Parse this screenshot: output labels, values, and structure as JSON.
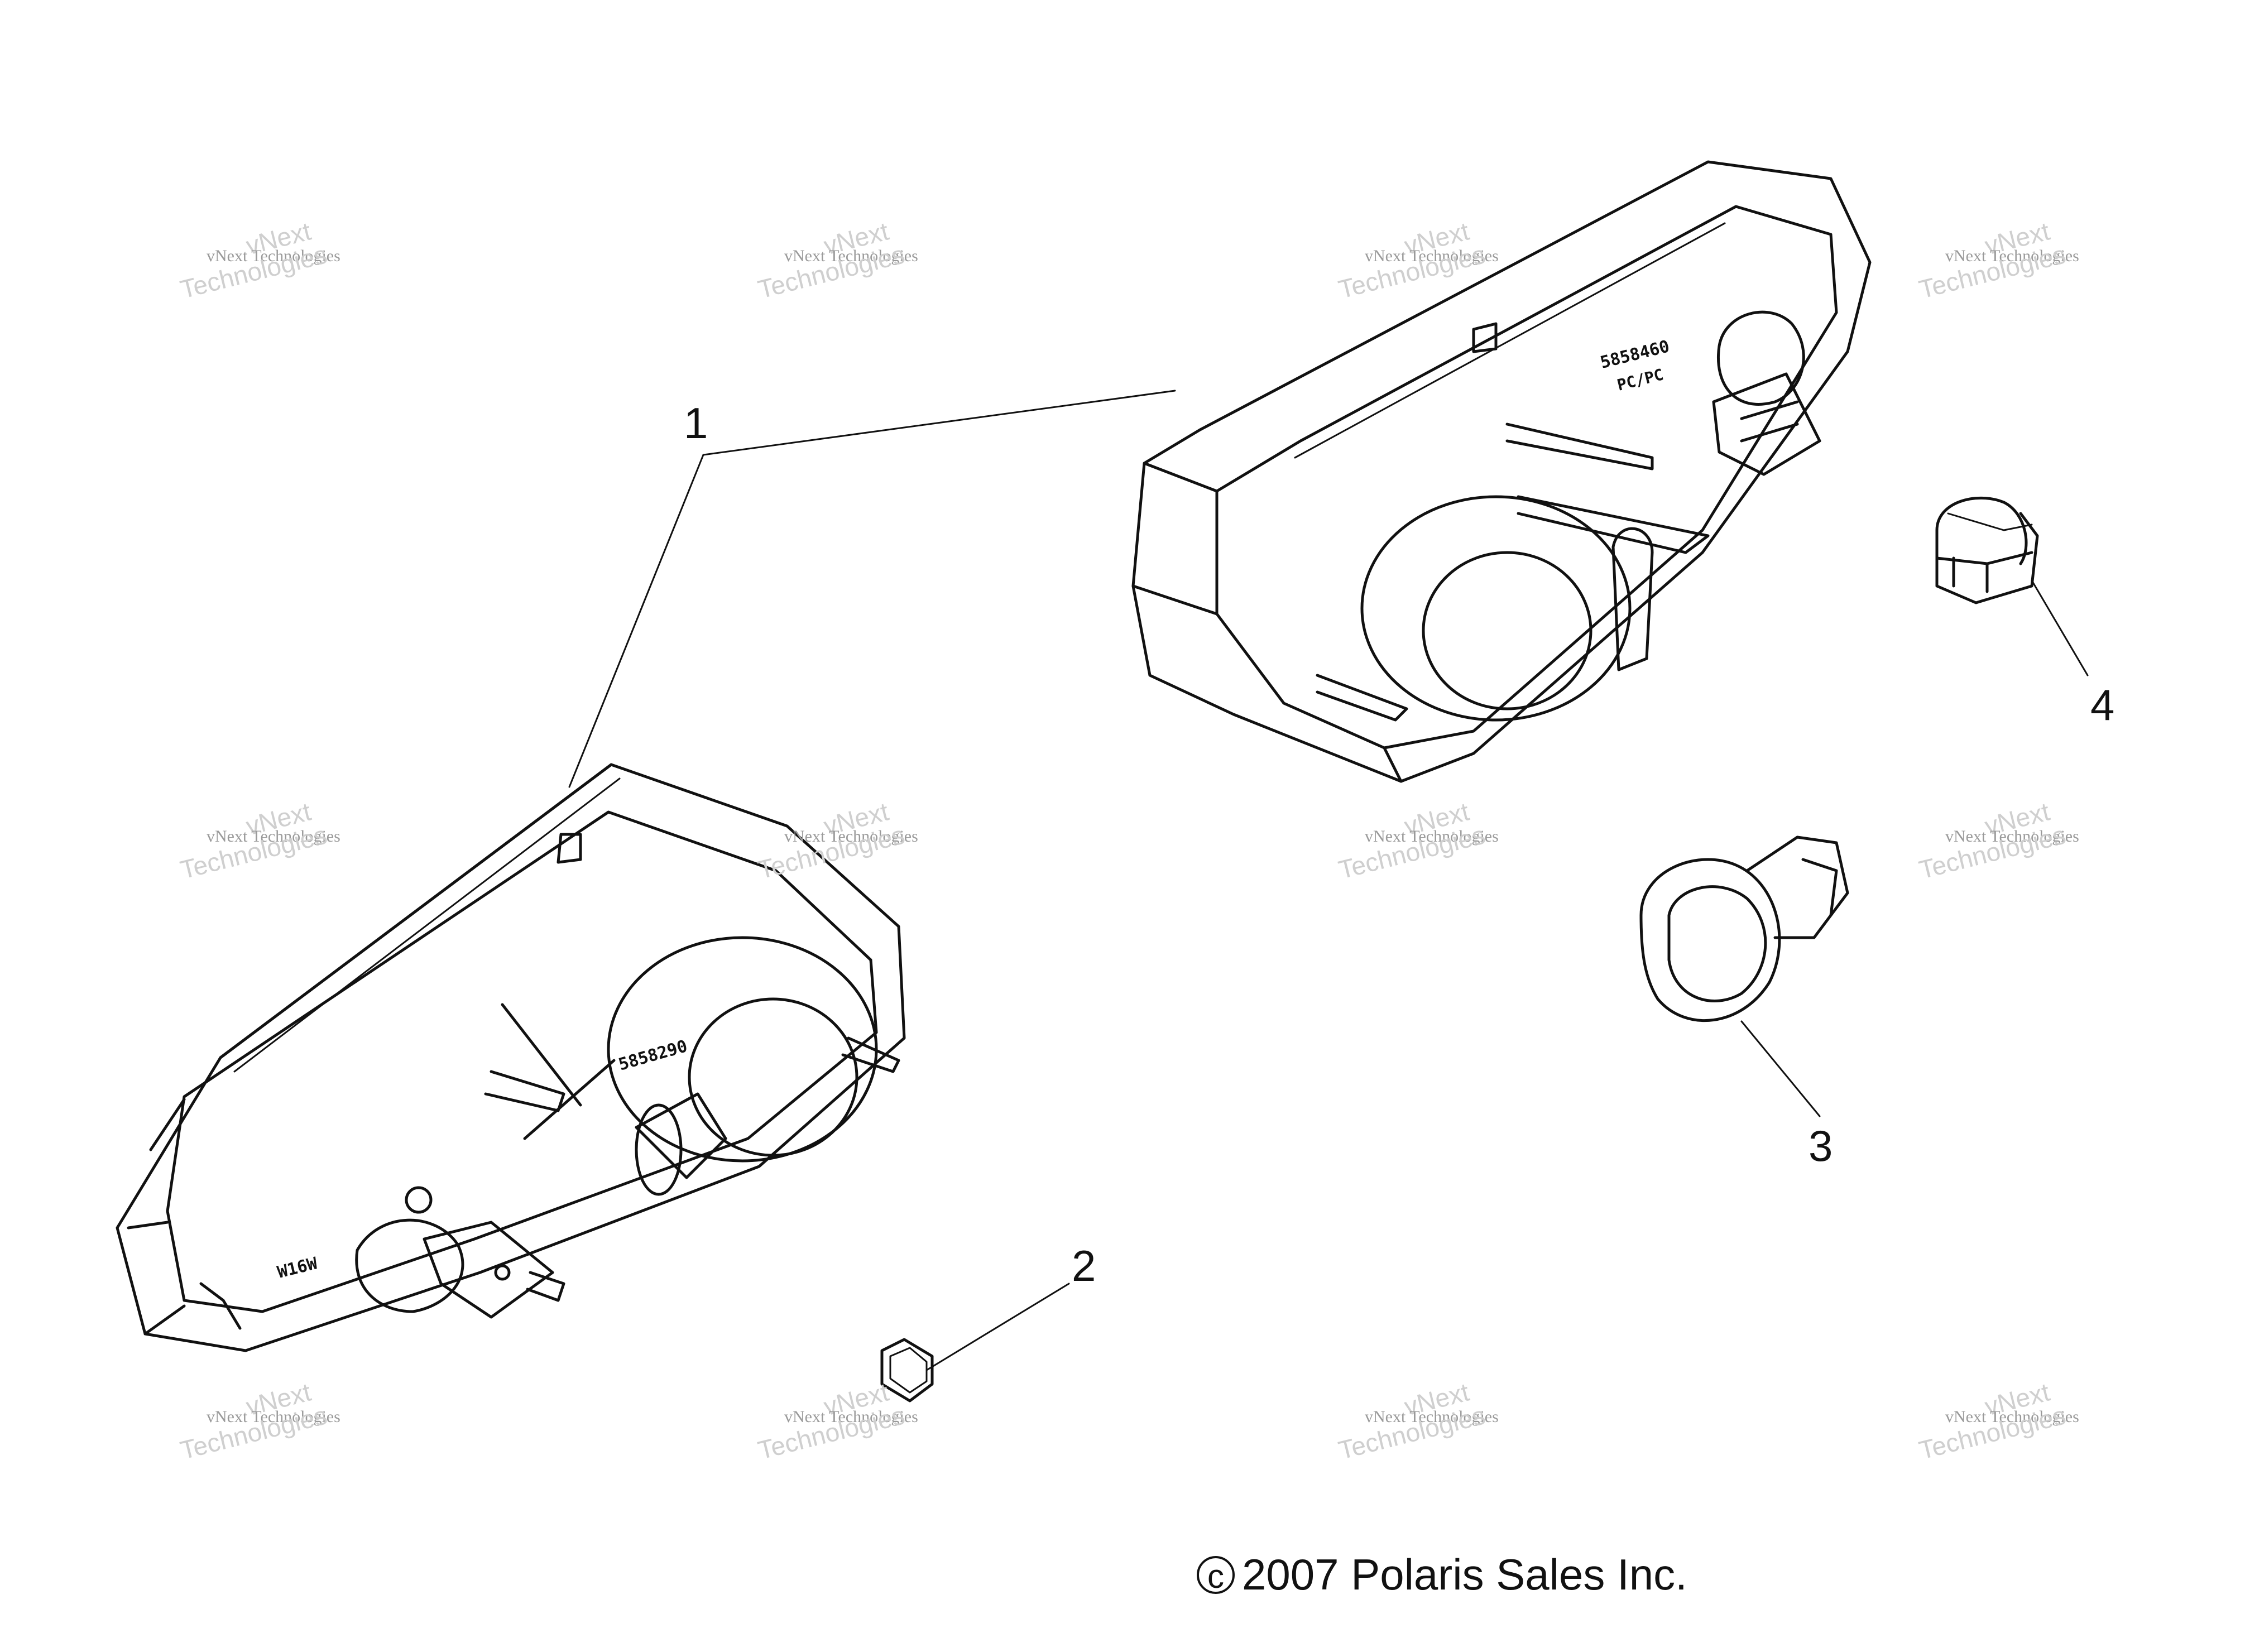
{
  "diagram": {
    "callouts": [
      "1",
      "2",
      "3",
      "4"
    ],
    "part_markings": {
      "left_lamp_number": "5858290",
      "left_lamp_bulb": "W16W",
      "right_lamp_number": "5858460",
      "right_lamp_material": "PC/PC"
    },
    "watermark": {
      "line1": "vNext",
      "line2": "vNext Technologies",
      "line3": "Technologies"
    },
    "copyright": "2007 Polaris Sales Inc.",
    "copyright_symbol": "©"
  }
}
